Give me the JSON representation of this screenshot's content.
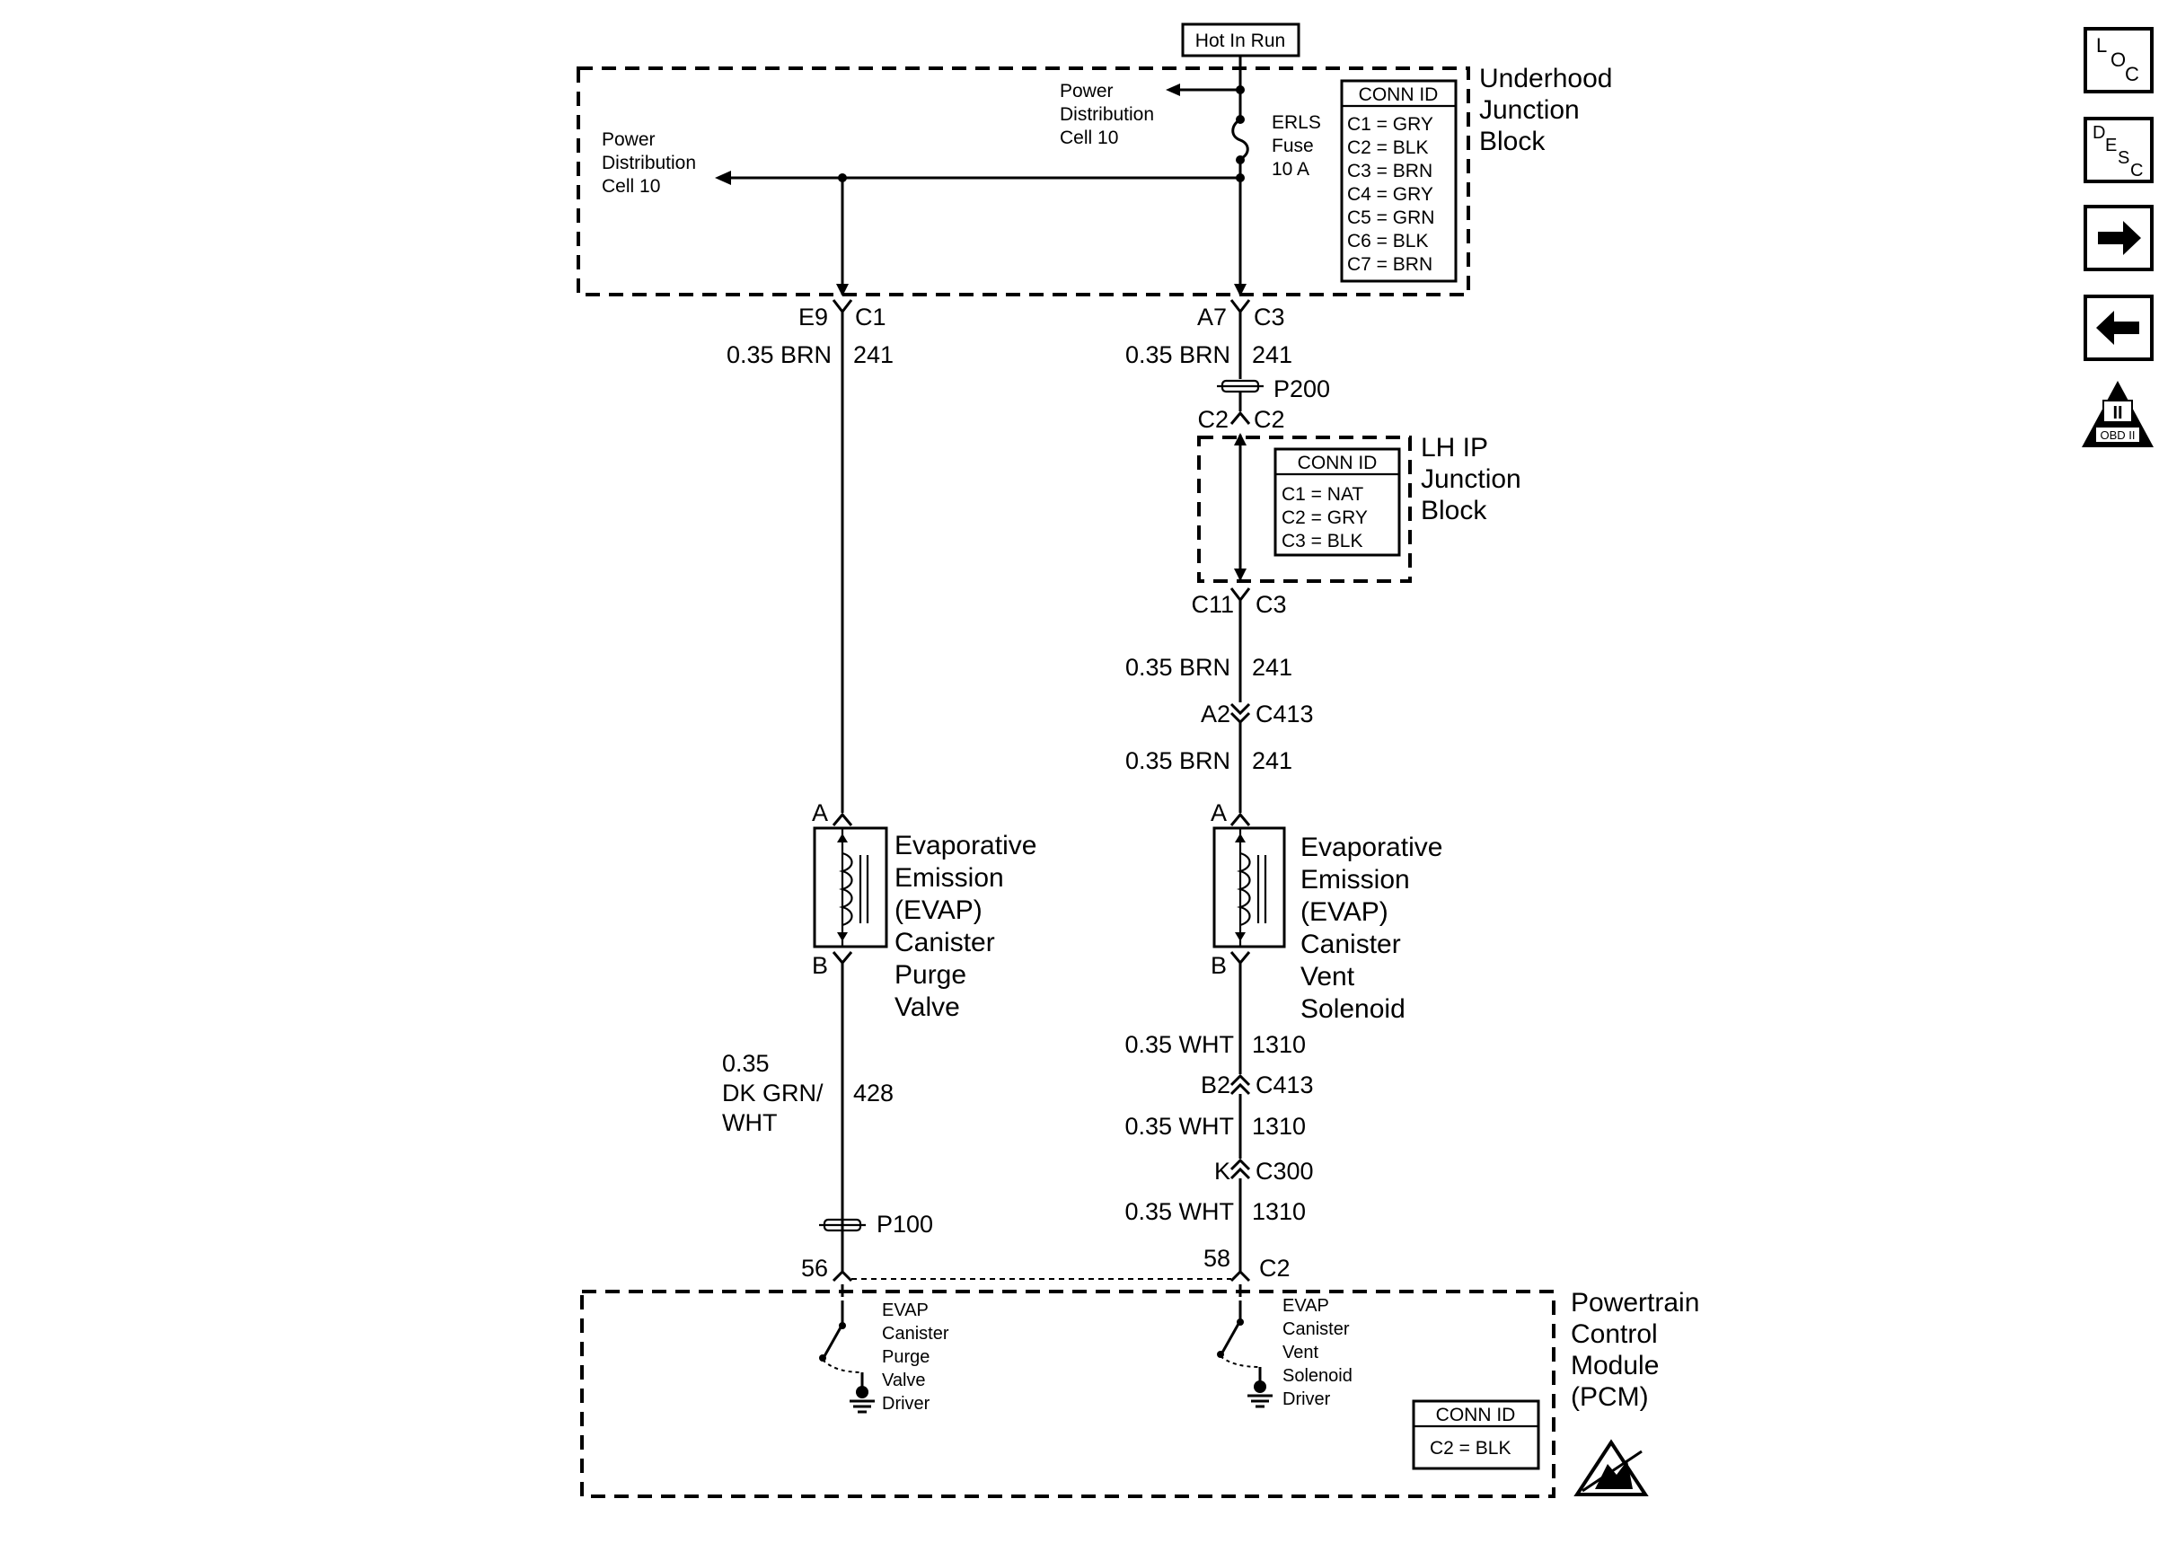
{
  "hot_label": "Hot In Run",
  "underhood": {
    "title": [
      "Underhood",
      "Junction",
      "Block"
    ],
    "conn_title": "CONN ID",
    "conn": [
      "C1 = GRY",
      "C2 = BLK",
      "C3 = BRN",
      "C4 = GRY",
      "C5 = GRN",
      "C6 = BLK",
      "C7 = BRN"
    ],
    "pd_left": [
      "Power",
      "Distribution",
      "Cell 10"
    ],
    "pd_top": [
      "Power",
      "Distribution",
      "Cell 10"
    ],
    "fuse": [
      "ERLS",
      "Fuse",
      "10 A"
    ]
  },
  "lh_ip": {
    "title": [
      "LH IP",
      "Junction",
      "Block"
    ],
    "conn_title": "CONN ID",
    "conn": [
      "C1 = NAT",
      "C2 = GRY",
      "C3 = BLK"
    ]
  },
  "left_circuit": {
    "conn_top": [
      "E9",
      "C1"
    ],
    "wire1": [
      "0.35 BRN",
      "241"
    ],
    "pin_a": "A",
    "pin_b": "B",
    "component": [
      "Evaporative",
      "Emission",
      "(EVAP)",
      "Canister",
      "Purge",
      "Valve"
    ],
    "wire2": [
      "0.35",
      "DK GRN/",
      "WHT",
      "428"
    ],
    "splice": "P100",
    "pcm_pin": "56",
    "driver": [
      "EVAP",
      "Canister",
      "Purge",
      "Valve",
      "Driver"
    ]
  },
  "right_circuit": {
    "conn_top": [
      "A7",
      "C3"
    ],
    "wire1": [
      "0.35 BRN",
      "241"
    ],
    "splice": "P200",
    "conn_c2": [
      "C2",
      "C2"
    ],
    "conn_c11": [
      "C11",
      "C3"
    ],
    "wire2": [
      "0.35 BRN",
      "241"
    ],
    "conn_a2": [
      "A2",
      "C413"
    ],
    "wire3": [
      "0.35 BRN",
      "241"
    ],
    "pin_a": "A",
    "pin_b": "B",
    "component": [
      "Evaporative",
      "Emission",
      "(EVAP)",
      "Canister",
      "Vent",
      "Solenoid"
    ],
    "wire4": [
      "0.35 WHT",
      "1310"
    ],
    "conn_b2": [
      "B2",
      "C413"
    ],
    "wire5": [
      "0.35 WHT",
      "1310"
    ],
    "conn_k": [
      "K",
      "C300"
    ],
    "wire6": [
      "0.35 WHT",
      "1310"
    ],
    "pcm_pin": "58",
    "pcm_conn": "C2",
    "driver": [
      "EVAP",
      "Canister",
      "Vent",
      "Solenoid",
      "Driver"
    ]
  },
  "pcm": {
    "title": [
      "Powertrain",
      "Control",
      "Module",
      "(PCM)"
    ],
    "conn_title": "CONN ID",
    "conn": [
      "C2 = BLK"
    ]
  },
  "nav": {
    "loc": [
      "L",
      "O",
      "C"
    ],
    "desc": [
      "D",
      "E",
      "S",
      "C"
    ],
    "obd": [
      "II",
      "OBD II"
    ]
  }
}
